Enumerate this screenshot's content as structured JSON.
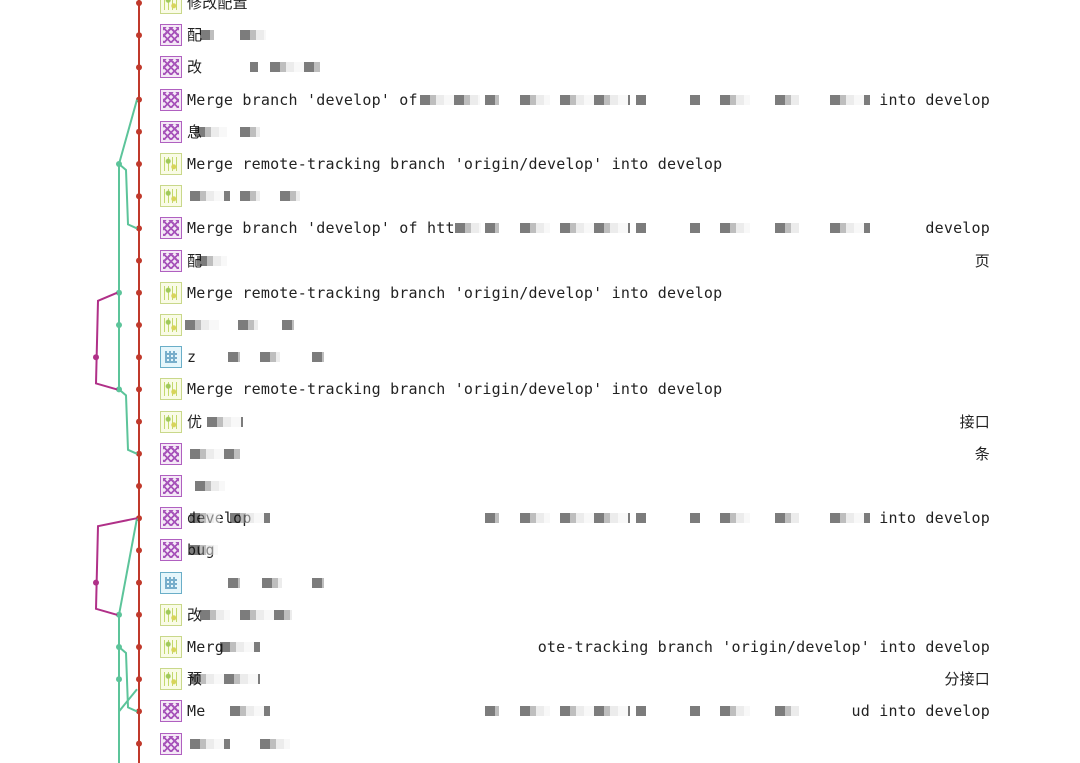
{
  "commits": [
    {
      "avatar": "green-avatar-icon",
      "message": "修改配置"
    },
    {
      "avatar": "purple-avatar-icon",
      "message": "配"
    },
    {
      "avatar": "purple-avatar-icon",
      "message": "改"
    },
    {
      "avatar": "purple-avatar-icon",
      "message": "Merge branch 'develop' of",
      "message_tail": "into develop"
    },
    {
      "avatar": "purple-avatar-icon",
      "message": "息"
    },
    {
      "avatar": "green-avatar-icon",
      "message": "Merge remote-tracking branch 'origin/develop' into develop"
    },
    {
      "avatar": "green-avatar-icon",
      "message": ""
    },
    {
      "avatar": "purple-avatar-icon",
      "message": "Merge branch 'develop' of htt",
      "message_tail": "develop"
    },
    {
      "avatar": "purple-avatar-icon",
      "message": "配",
      "message_tail": "页"
    },
    {
      "avatar": "green-avatar-icon",
      "message": "Merge remote-tracking branch 'origin/develop' into develop"
    },
    {
      "avatar": "green-avatar-icon",
      "message": ""
    },
    {
      "avatar": "blue-avatar-icon",
      "message": "z"
    },
    {
      "avatar": "green-avatar-icon",
      "message": "Merge remote-tracking branch 'origin/develop' into develop"
    },
    {
      "avatar": "green-avatar-icon",
      "message": "优",
      "message_tail": "接口"
    },
    {
      "avatar": "purple-avatar-icon",
      "message": "",
      "message_tail": "条"
    },
    {
      "avatar": "purple-avatar-icon",
      "message": ""
    },
    {
      "avatar": "purple-avatar-icon",
      "message": "develop",
      "message_tail": "into develop"
    },
    {
      "avatar": "purple-avatar-icon",
      "message": "bug"
    },
    {
      "avatar": "blue-avatar-icon",
      "message": ""
    },
    {
      "avatar": "green-avatar-icon",
      "message": "改"
    },
    {
      "avatar": "green-avatar-icon",
      "message": "Merg",
      "message_tail": "ote-tracking branch 'origin/develop' into develop"
    },
    {
      "avatar": "green-avatar-icon",
      "message": "预",
      "message_tail": "分接口"
    },
    {
      "avatar": "purple-avatar-icon",
      "message": "Me",
      "message_tail": "ud into develop"
    },
    {
      "avatar": "purple-avatar-icon",
      "message": ""
    }
  ],
  "graph_colors": {
    "main": "#c0392b",
    "feature": "#5cc49a",
    "side": "#b03088"
  }
}
